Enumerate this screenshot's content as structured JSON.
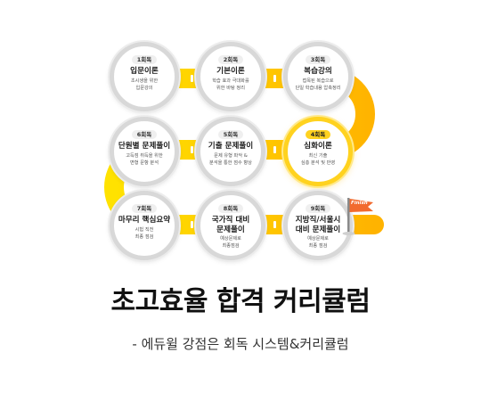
{
  "diagram": {
    "accent_color": "#ffc400",
    "steps": [
      {
        "round": "1회독",
        "title": "입문이론",
        "desc": [
          "초시생을 위한",
          "입문강의"
        ]
      },
      {
        "round": "2회독",
        "title": "기본이론",
        "desc": [
          "학습 효과 극대화를",
          "위한 바탕 정리"
        ]
      },
      {
        "round": "3회독",
        "title": "복습강의",
        "desc": [
          "접목된 복습으로",
          "단일 학습내용 압축정리"
        ]
      },
      {
        "round": "4회독",
        "title": "심화이론",
        "desc": [
          "최신 기출",
          "심층 분석 및 반영"
        ]
      },
      {
        "round": "5회독",
        "title": "기출 문제풀이",
        "desc": [
          "문제 유형 파악 &",
          "분석을 통한 점수 향상"
        ]
      },
      {
        "round": "6회독",
        "title": "단원별 문제풀이",
        "desc": [
          "고득점 취득을 위한",
          "변형 문항 분석"
        ]
      },
      {
        "round": "7회독",
        "title": "마무리 핵심요약",
        "desc": [
          "시험 직전",
          "최종 점검"
        ]
      },
      {
        "round": "8회독",
        "title": [
          "국가직 대비",
          "문제풀이"
        ],
        "desc": [
          "예상문제로",
          "최종점검"
        ]
      },
      {
        "round": "9회독",
        "title": [
          "지방직/서울시",
          "대비 문제풀이"
        ],
        "desc": [
          "예상문제로",
          "최종 점검"
        ]
      }
    ],
    "finish_label": "Finish"
  },
  "heading": {
    "title": "초고효율 합격 커리큘럼",
    "subtitle": "- 에듀윌 강점은 회독 시스템&커리큘럼"
  }
}
